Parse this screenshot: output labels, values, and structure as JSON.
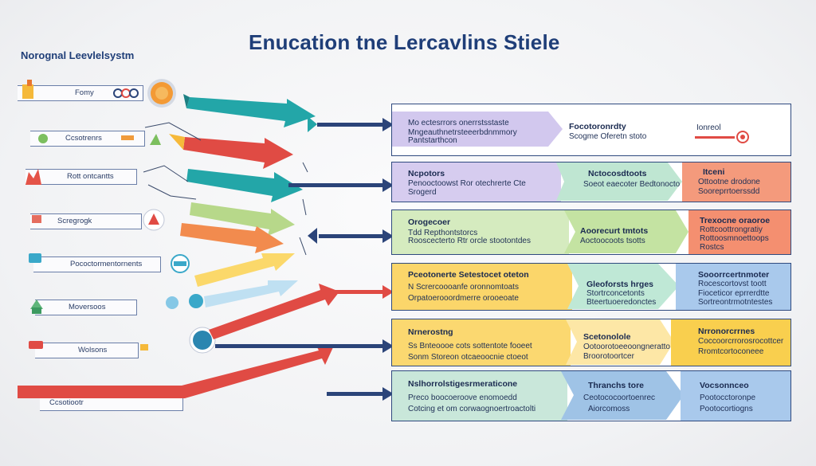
{
  "title": "Enucation tne Lercavlins Stiele",
  "subtitle": "Norognal Leevlelsystm",
  "left_labels": [
    "Fomy",
    "Ccsotrenrs",
    "Rott ontcantts",
    "Scregrogk",
    "Pococtormentornents",
    "Moversoos",
    "Wolsons",
    "Ccsotiootr"
  ],
  "rows": [
    {
      "c1": [
        "Mo ectesrrors onerrstsstaste",
        "Mngeauthnetrsteeerbdnmmory",
        "Pantstarthcon"
      ],
      "c2": [
        "Focotoronrdty",
        "Scogme Oferetn stoto"
      ],
      "c3": [
        "Ionreol"
      ]
    },
    {
      "c1": [
        "Ncpotors",
        "Penooctoowst Ror otechrerte Cte",
        "Srogerd"
      ],
      "c2": [
        "Nctocosdtoots",
        "Soeot eaecoter Bedtonocto"
      ],
      "c3": [
        "Itceni",
        "Ottootne drodone",
        "Sooreprrtoerssdd"
      ]
    },
    {
      "c1": [
        "Orogecoer",
        "Tdd Repthontstorcs",
        "Rooscecterto Rtr orcle stootontdes"
      ],
      "c2": [
        "Aoorecurt tmtots",
        "Aoctoocoots tsotts"
      ],
      "c3": [
        "Trexocne oraoroe",
        "Rottcoottrongratiy",
        "Rottoosmnoettoops",
        "Rostcs"
      ]
    },
    {
      "c1": [
        "Pceotonerte Setestocet oteton",
        "N Scrercoooanfe oronnomtoats",
        "Orpatoerooordmerre orooeoate"
      ],
      "c2": [
        "Gleoforsts hrges",
        "Stortrconcetonts",
        "Bteertuoeredonctes"
      ],
      "c3": [
        "Sooorrcertnmoter",
        "Rocescortovst toott",
        "Fioceticor eprrerdtte",
        "Sortreontrmotntestes"
      ]
    },
    {
      "c1": [
        "Nrnerostng",
        "Ss Bnteoooe cots sottentote fooeet",
        "Sonm Storeon otcaeoocnie ctoeot"
      ],
      "c2": [
        "Scetonolole",
        "Ootoorotoeeoongneratto",
        "Broorotoortcer"
      ],
      "c3": [
        "Nrronorcrrnes",
        "Coccoorcrrorosrocottcer",
        "Rromtcortoconeee"
      ]
    },
    {
      "c1": [
        "Nslhorrolstigesrmeraticone",
        "Preco boocoeroove enomoedd",
        "Cotcing et om corwaognoertroactolti"
      ],
      "c2": [
        "Thranchs tore",
        "Ceotococoortoenrec",
        "Aiorcomoss"
      ],
      "c3": [
        "Vocsonnceo",
        "Pootocctoronpe",
        "Pootocortiogns"
      ]
    }
  ],
  "colors": {
    "navy": "#2b4479",
    "red": "#e04b44",
    "teal": "#23a6a8",
    "purple": "#c9c0e8",
    "blue": "#aecdeb",
    "green": "#cfe6b8",
    "yellow": "#fbd86a",
    "salmon": "#f28b6e"
  }
}
